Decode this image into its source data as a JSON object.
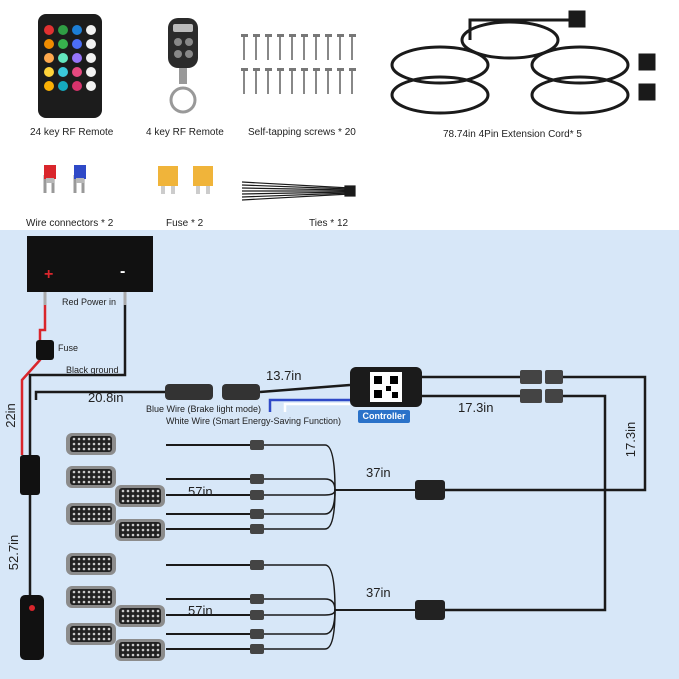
{
  "accessories": {
    "remote24_label": "24 key RF Remote",
    "remote4_label": "4 key RF Remote",
    "screws_label": "Self-tapping screws * 20",
    "extension_label": "78.74in 4Pin Extension Cord* 5",
    "connectors_label": "Wire connectors * 2",
    "fuse_label": "Fuse * 2",
    "ties_label": "Ties * 12"
  },
  "wiring": {
    "battery_plus": "+",
    "battery_minus": "-",
    "red_power": "Red Power in",
    "fuse": "Fuse",
    "black_ground": "Black ground",
    "len_22": "22in",
    "len_52_7": "52.7in",
    "len_20_8": "20.8in",
    "len_13_7": "13.7in",
    "len_17_3_h": "17.3in",
    "len_17_3_v": "17.3in",
    "len_37_top": "37in",
    "len_37_bottom": "37in",
    "len_57_top": "57in",
    "len_57_bottom": "57in",
    "blue_wire": "Blue Wire (Brake light mode)",
    "white_wire": "White Wire (Smart Energy-Saving Function)",
    "controller": "Controller"
  },
  "colors": {
    "wire_black": "#1a1a1a",
    "wire_red": "#d9262c",
    "wire_blue": "#2f49c7",
    "controller_label_bg": "#2a72c9",
    "panel_bg": "#d7e7f8"
  },
  "icons": [
    "remote-24key-icon",
    "remote-4key-icon",
    "screws-icon",
    "extension-cord-icon",
    "wire-connector-icon",
    "fuse-icon",
    "cable-tie-icon",
    "battery-icon",
    "controller-icon",
    "switch-icon",
    "led-pod-icon"
  ]
}
